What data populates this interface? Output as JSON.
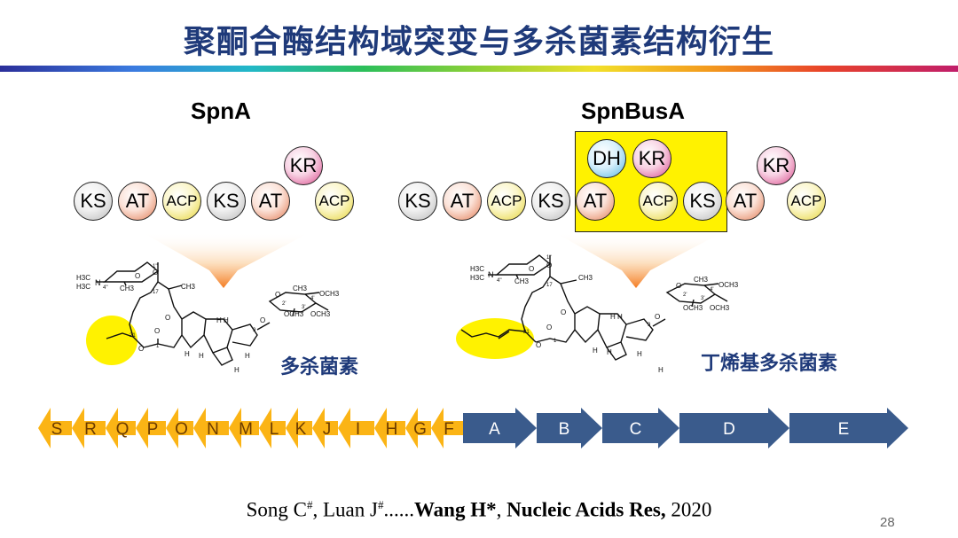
{
  "title": "聚酮合酶结构域突变与多杀菌素结构衍生",
  "left_module": {
    "label": "SpnA",
    "domains": [
      "KS",
      "AT",
      "ACP",
      "KS",
      "AT",
      "ACP"
    ],
    "kr": "KR",
    "product": "多杀菌素"
  },
  "right_module": {
    "label": "SpnBusA",
    "domains": [
      "KS",
      "AT",
      "ACP",
      "KS",
      "AT",
      "ACP",
      "KS",
      "AT",
      "ACP"
    ],
    "dh": "DH",
    "kr_boxed": "KR",
    "kr_right": "KR",
    "product": "丁烯基多杀菌素"
  },
  "molecule_labels": {
    "h3c_top": "H3C",
    "h3c_bottom": "H3C",
    "ch3": "CH3",
    "och3": "OCH3",
    "o": "O",
    "h": "H",
    "hh": "H H",
    "n": "N",
    "pos_1": "1",
    "pos_1pp": "1''",
    "pos_4pp": "4''",
    "pos_17": "17",
    "pos_21": "21",
    "pos_9": "9",
    "pos_2p": "2'",
    "pos_3p": "3'",
    "pos_4p": "4'"
  },
  "gene_cluster": {
    "left_genes": [
      "S",
      "R",
      "Q",
      "P",
      "O",
      "N",
      "M",
      "L",
      "K",
      "J",
      "I",
      "H",
      "G",
      "F"
    ],
    "right_genes": [
      "A",
      "B",
      "C",
      "D",
      "E"
    ],
    "left_color": "#fbb415",
    "right_color": "#3a5b8c"
  },
  "citation": {
    "part1": "Song C",
    "sup1": "#",
    "part2": ", Luan J",
    "sup2": "#",
    "part3": "......",
    "bold1": "Wang H*",
    "part4": ", ",
    "bold2": "Nucleic Acids Res,",
    "part5": " 2020"
  },
  "page_number": "28"
}
